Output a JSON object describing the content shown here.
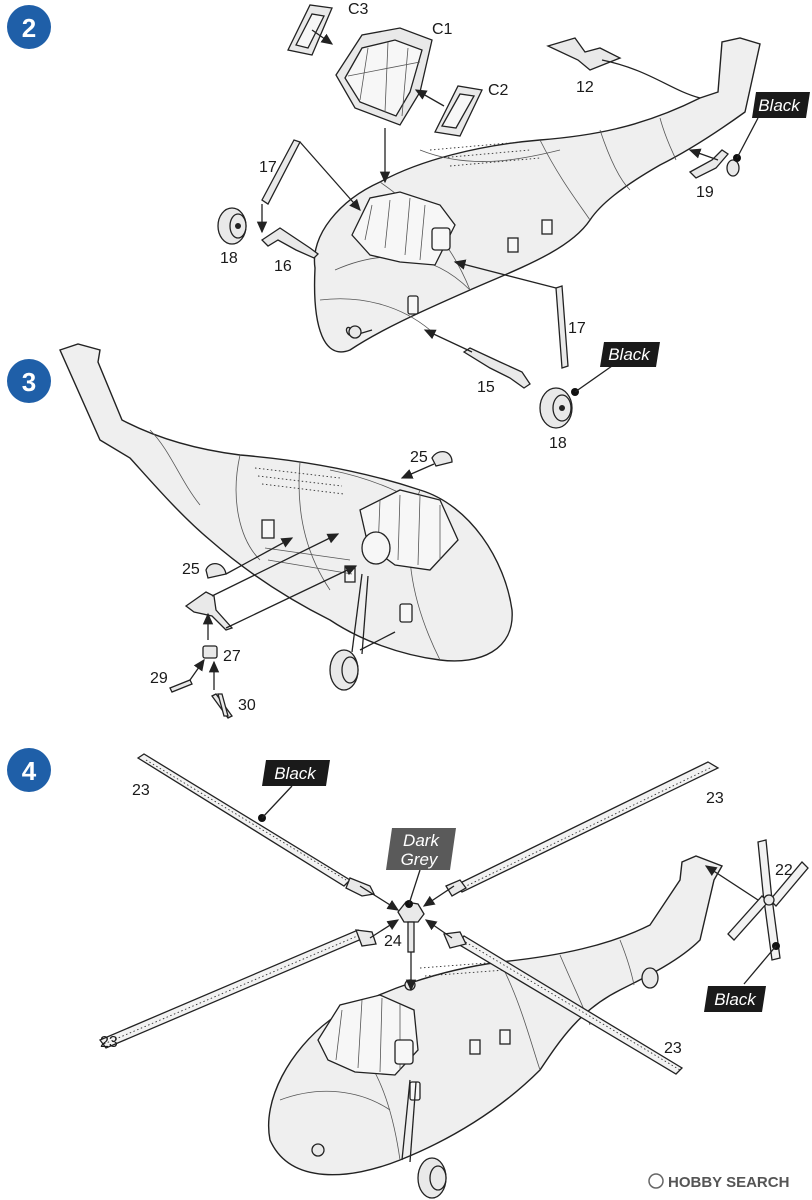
{
  "steps": [
    {
      "number": "2"
    },
    {
      "number": "3"
    },
    {
      "number": "4"
    }
  ],
  "part_labels": {
    "c3": "C3",
    "c1": "C1",
    "c2": "C2",
    "p12": "12",
    "p17a": "17",
    "p16": "16",
    "p18a": "18",
    "p19": "19",
    "p17b": "17",
    "p15": "15",
    "p18b": "18",
    "p25a": "25",
    "p25b": "25",
    "p27": "27",
    "p29": "29",
    "p30": "30",
    "p23a": "23",
    "p23b": "23",
    "p23c": "23",
    "p23d": "23",
    "p24": "24",
    "p22": "22"
  },
  "paint_callouts": {
    "black_tail_wheel": "Black",
    "black_main_wheel": "Black",
    "black_rotor_blade": "Black",
    "dark_grey_line1": "Dark",
    "dark_grey_line2": "Grey",
    "black_tail_rotor": "Black"
  },
  "colors": {
    "step_badge": "#1f5fa8",
    "callout_black": "#1a1a1a",
    "callout_dark_grey": "#5a5a5a"
  },
  "watermark": {
    "text": "HOBBY SEARCH"
  }
}
